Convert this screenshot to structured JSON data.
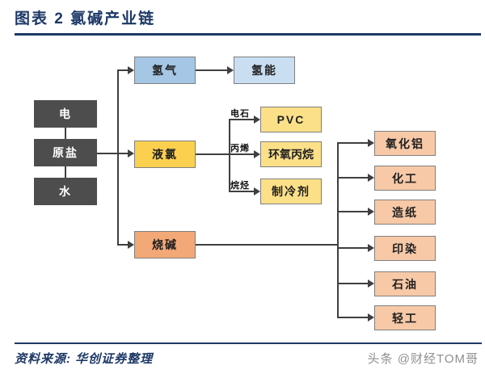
{
  "title": "图表 2  氯碱产业链",
  "colors": {
    "navy": "#1d3866",
    "line": "#3f3f3f",
    "box-border": "#7f7f7f",
    "dark-box": "#4d4d4d",
    "blue-box": "#a5c6e4",
    "blue-box-light": "#c9def1",
    "gold-box": "#fcd04f",
    "yellow-box": "#fce088",
    "orange-box": "#f3a877",
    "orange-box-light": "#f7c9a7",
    "watermark-gray": "#8f8f8f"
  },
  "nodes": {
    "electricity": "电",
    "raw_salt": "原盐",
    "water": "水",
    "hydrogen": "氢气",
    "hydrogen_energy": "氢能",
    "liquid_chlorine": "液氯",
    "pvc": "PVC",
    "propylene_oxide": "环氧丙烷",
    "refrigerant": "制冷剂",
    "caustic_soda": "烧碱",
    "alumina": "氧化铝",
    "chemical_industry": "化工",
    "papermaking": "造纸",
    "printing_dyeing": "印染",
    "petroleum": "石油",
    "light_industry": "轻工"
  },
  "edge_labels": {
    "calcium_carbide": "电石",
    "propylene": "丙烯",
    "alkanes": "烷烃"
  },
  "footer": {
    "source": "资料来源: 华创证券整理",
    "watermark": "头条 @财经TOM哥"
  }
}
